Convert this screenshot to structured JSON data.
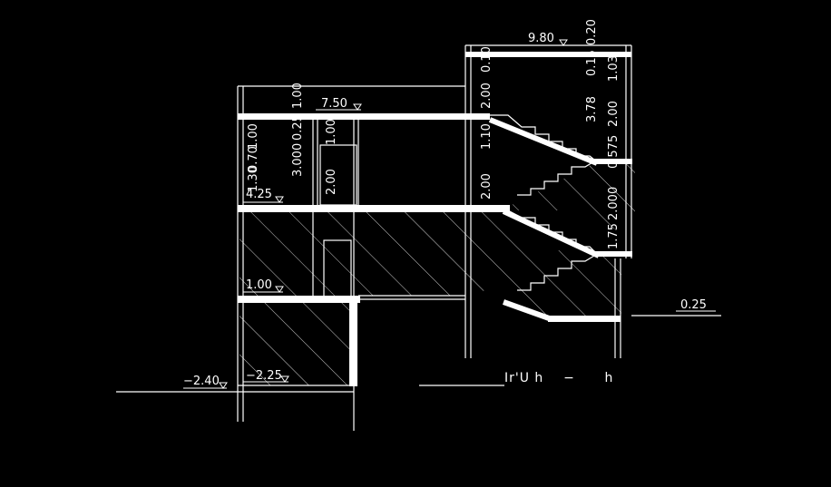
{
  "drawing": {
    "background": "#000000",
    "line_color": "#ffffff",
    "title": "Ir'U h    −      h"
  },
  "levels": {
    "top": "9.80",
    "roof": "7.50",
    "second": "4.25",
    "first": "1.00",
    "ground_right": "0.25",
    "basement_left": "−2.40",
    "basement_floor": "−2.25"
  },
  "dims": {
    "r1": "0.20",
    "r2": "0.15",
    "r3": "3.78",
    "r4": "1.03",
    "r5": "2.00",
    "r6": "0.575",
    "r7": "2.000",
    "r8": "1.75",
    "m1": "2.00",
    "m2": "0.10",
    "m3": "1.10",
    "m4": "2.00",
    "l1": "1.00",
    "l2": "3.000",
    "l3": "0.25",
    "l4": "1.00",
    "l5": "1.00",
    "l6": "0.70",
    "l7": "1.30",
    "l8": "2.00"
  }
}
